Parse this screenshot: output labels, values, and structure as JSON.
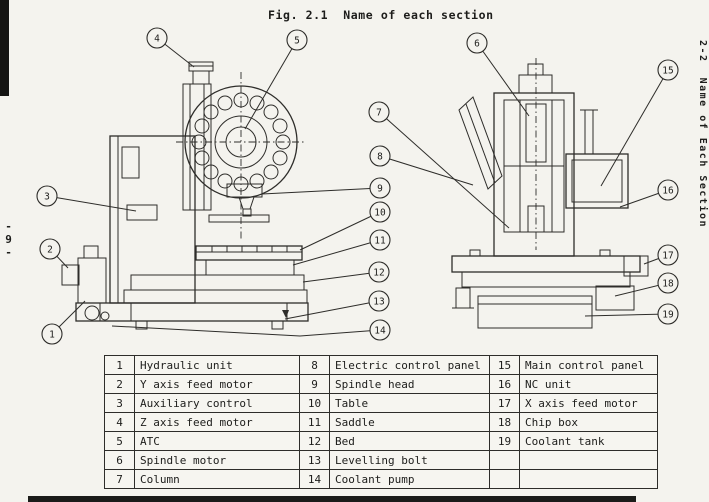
{
  "page": {
    "title": "Fig. 2.1  Name of each section",
    "side_label": "2-2  Name of Each Section",
    "page_number": "-9-"
  },
  "table": {
    "rows": [
      {
        "num": "1",
        "name": "Hydraulic unit"
      },
      {
        "num": "2",
        "name": "Y axis feed motor"
      },
      {
        "num": "3",
        "name": "Auxiliary control"
      },
      {
        "num": "4",
        "name": "Z axis feed motor"
      },
      {
        "num": "5",
        "name": "ATC"
      },
      {
        "num": "6",
        "name": "Spindle motor"
      },
      {
        "num": "7",
        "name": "Column"
      },
      {
        "num": "8",
        "name": "Electric control panel"
      },
      {
        "num": "9",
        "name": "Spindle head"
      },
      {
        "num": "10",
        "name": "Table"
      },
      {
        "num": "11",
        "name": "Saddle"
      },
      {
        "num": "12",
        "name": "Bed"
      },
      {
        "num": "13",
        "name": "Levelling bolt"
      },
      {
        "num": "14",
        "name": "Coolant pump"
      },
      {
        "num": "15",
        "name": "Main control panel"
      },
      {
        "num": "16",
        "name": "NC unit"
      },
      {
        "num": "17",
        "name": "X axis feed motor"
      },
      {
        "num": "18",
        "name": "Chip box"
      },
      {
        "num": "19",
        "name": "Coolant tank"
      }
    ]
  }
}
